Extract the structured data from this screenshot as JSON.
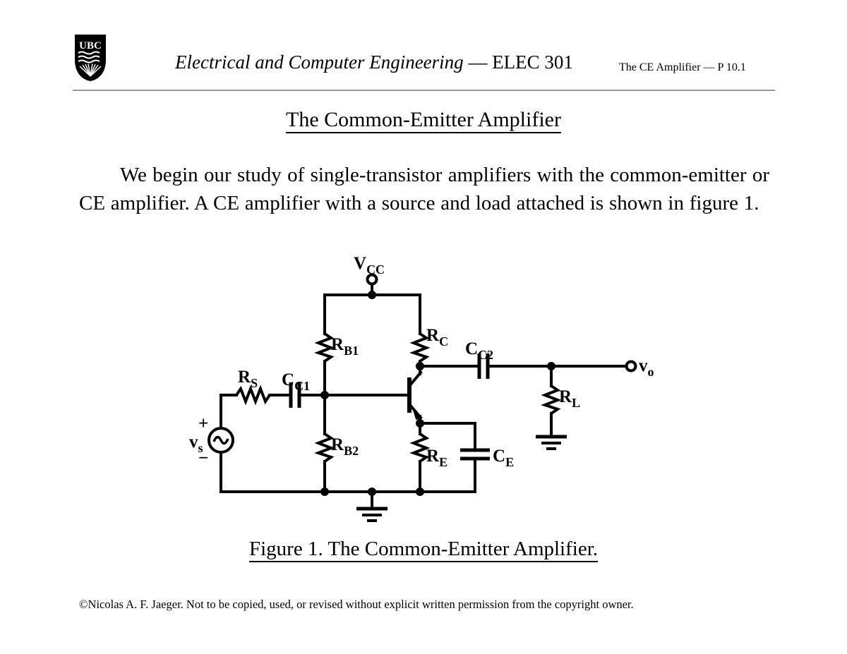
{
  "header": {
    "logo_alt": "UBC crest",
    "department_italic": "Electrical and Computer Engineering",
    "course_upright": "— ELEC 301",
    "topic": "The CE Amplifier — P 10.1"
  },
  "slide": {
    "title": "The Common-Emitter Amplifier",
    "body": "We begin our study of single-transistor amplifiers with the common-emitter or CE amplifier.  A CE amplifier with a source and load attached is shown in figure 1.",
    "figure_caption": "Figure 1.  The Common-Emitter Amplifier."
  },
  "circuit": {
    "supply_label": "V",
    "supply_sub": "CC",
    "source_label": "v",
    "source_sub": "s",
    "source_plus": "+",
    "source_minus": "−",
    "output_label": "v",
    "output_sub": "o",
    "components": {
      "rs": {
        "label": "R",
        "sub": "S"
      },
      "rb1": {
        "label": "R",
        "sub": "B1"
      },
      "rb2": {
        "label": "R",
        "sub": "B2"
      },
      "rc": {
        "label": "R",
        "sub": "C"
      },
      "re": {
        "label": "R",
        "sub": "E"
      },
      "rl": {
        "label": "R",
        "sub": "L"
      },
      "cc1": {
        "label": "C",
        "sub": "C1"
      },
      "cc2": {
        "label": "C",
        "sub": "C2"
      },
      "ce": {
        "label": "C",
        "sub": "E"
      }
    },
    "colors": {
      "wire": "#000000",
      "background": "#ffffff"
    }
  },
  "footer": {
    "copyright": "©Nicolas A. F. Jaeger. Not to be copied, used, or revised without explicit written permission from the copyright owner."
  }
}
